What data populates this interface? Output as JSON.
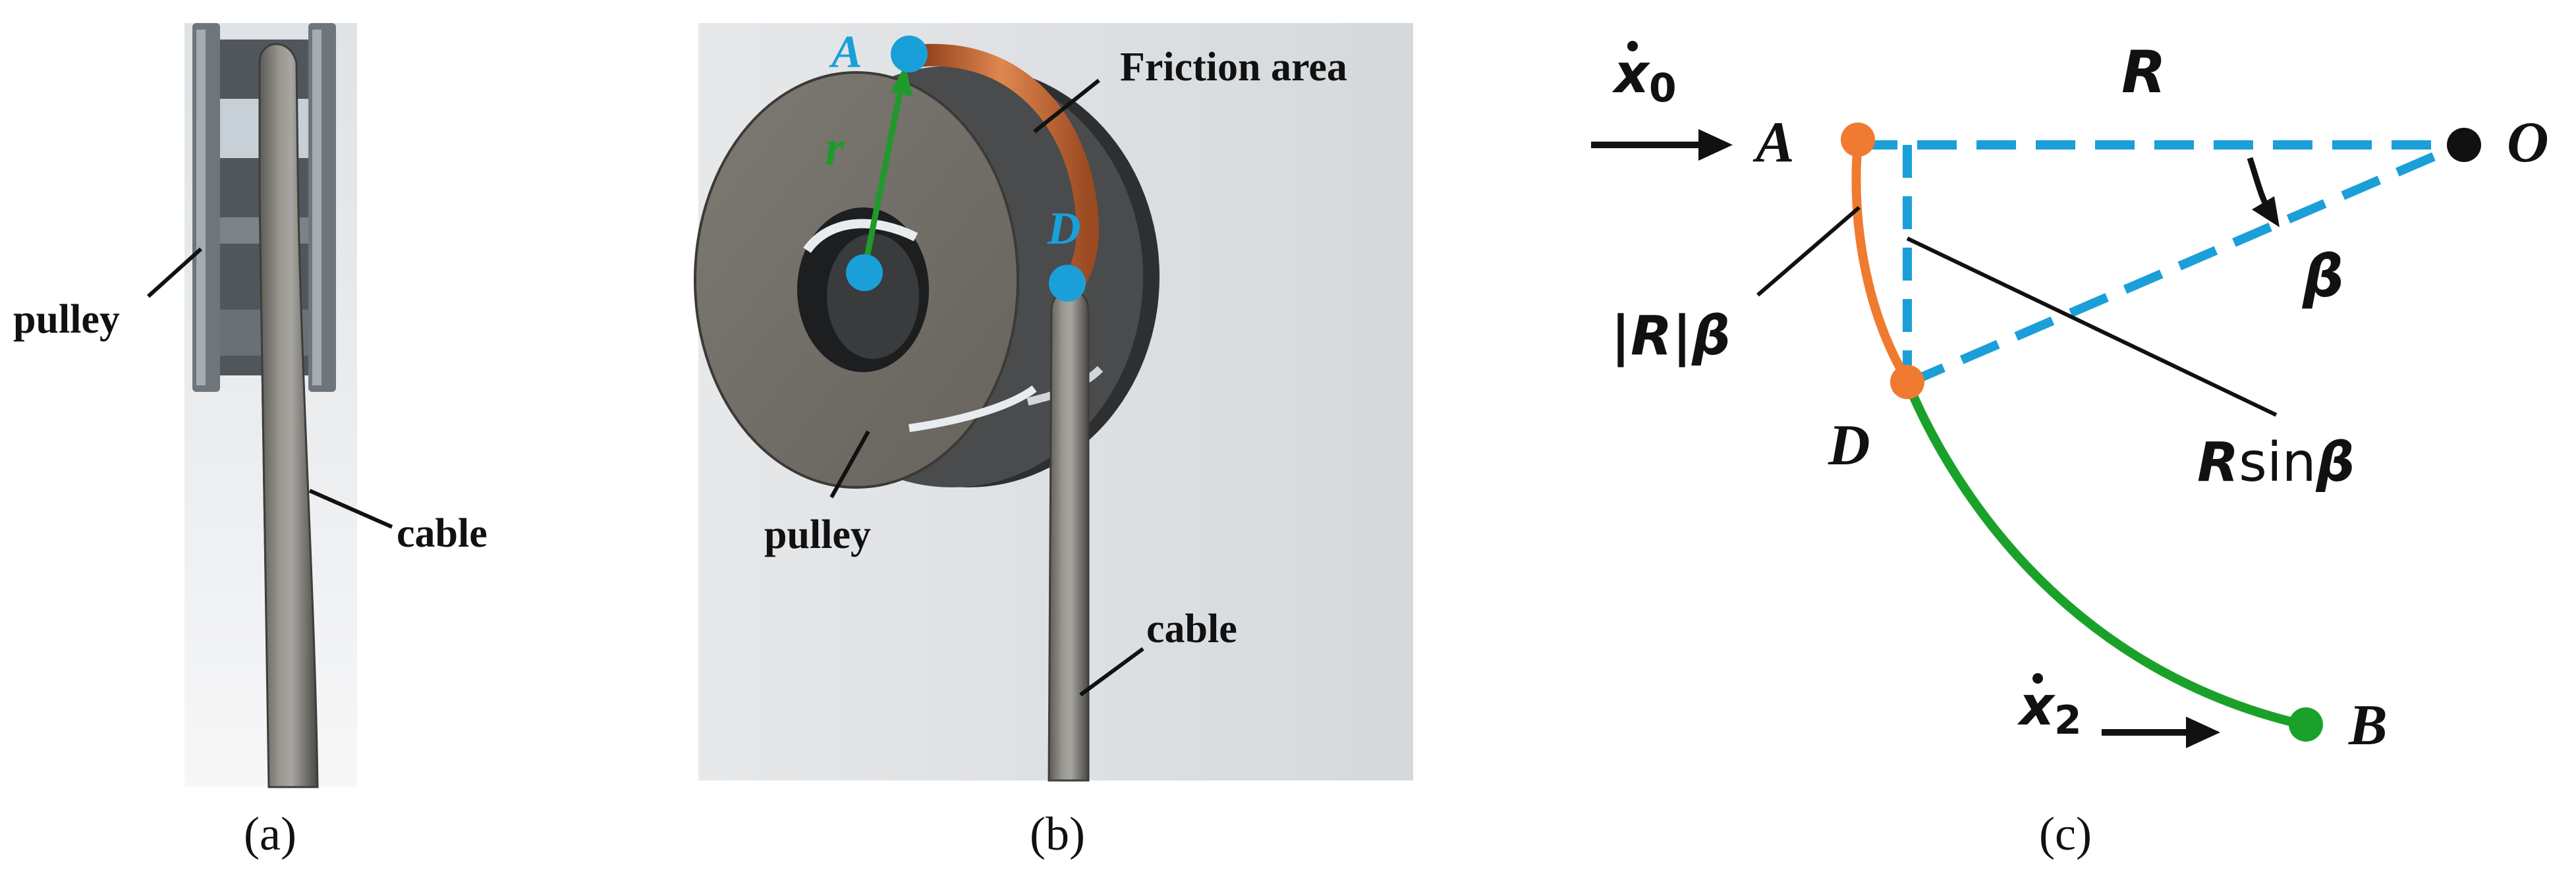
{
  "panel_a": {
    "caption": "(a)",
    "label_pulley": "pulley",
    "label_cable": "cable"
  },
  "panel_b": {
    "caption": "(b)",
    "label_friction": "Friction area",
    "label_pulley": "pulley",
    "label_cable": "cable",
    "point_a": "A",
    "point_d": "D",
    "radius": "r"
  },
  "panel_c": {
    "caption": "(c)",
    "x0_var": "x",
    "x0_sub": "0",
    "x2_var": "x",
    "x2_sub": "2",
    "point_a": "A",
    "point_o": "O",
    "point_d": "D",
    "point_b": "B",
    "radius": "R",
    "angle": "β",
    "arc_pre": "|",
    "arc_r": "R",
    "arc_post": "|",
    "arc_angle": "β",
    "sin_r": "R",
    "sin_fn": "sin",
    "sin_angle": "β"
  },
  "colors": {
    "marker_blue": "#1a9fd9",
    "arc_orange": "#f07b30",
    "arc_green": "#1aa12a",
    "radius_green": "#1f9a2a",
    "friction_copper": "#c8622e"
  }
}
